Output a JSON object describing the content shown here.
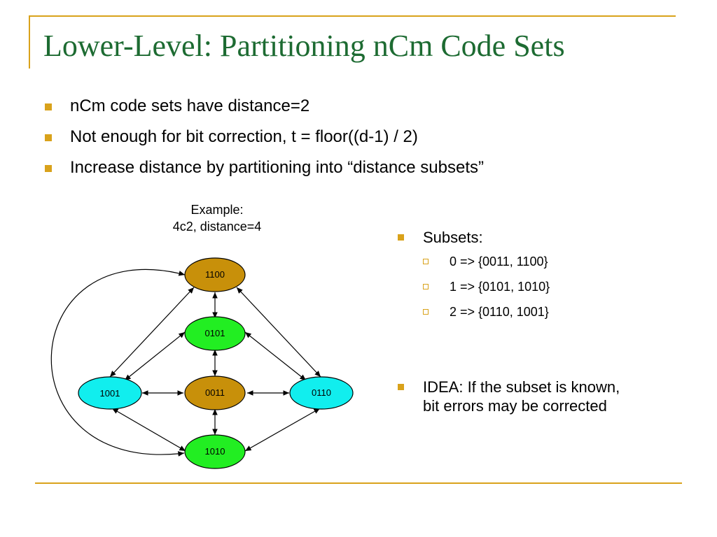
{
  "slide": {
    "title": "Lower-Level:  Partitioning nCm Code Sets",
    "bullets": [
      "nCm code sets have distance=2",
      "Not enough for bit correction, t = floor((d-1) / 2)",
      "Increase distance by partitioning into “distance subsets”"
    ]
  },
  "example": {
    "line1": "Example:",
    "line2": "4c2, distance=4"
  },
  "diagram": {
    "nodes": [
      {
        "label": "1100",
        "color": "#c8900a"
      },
      {
        "label": "0101",
        "color": "#22ee22"
      },
      {
        "label": "1001",
        "color": "#11eeee"
      },
      {
        "label": "0011",
        "color": "#c8900a"
      },
      {
        "label": "0110",
        "color": "#11eeee"
      },
      {
        "label": "1010",
        "color": "#22ee22"
      }
    ]
  },
  "subsets": {
    "heading": "Subsets:",
    "items": [
      "0 => {0011, 1100}",
      "1 => {0101, 1010}",
      "2 => {0110, 1001}"
    ]
  },
  "idea": {
    "text": "IDEA:  If the subset is known, bit errors may be corrected"
  },
  "colors": {
    "title": "#1d6b32",
    "accent": "#d9a21b"
  }
}
